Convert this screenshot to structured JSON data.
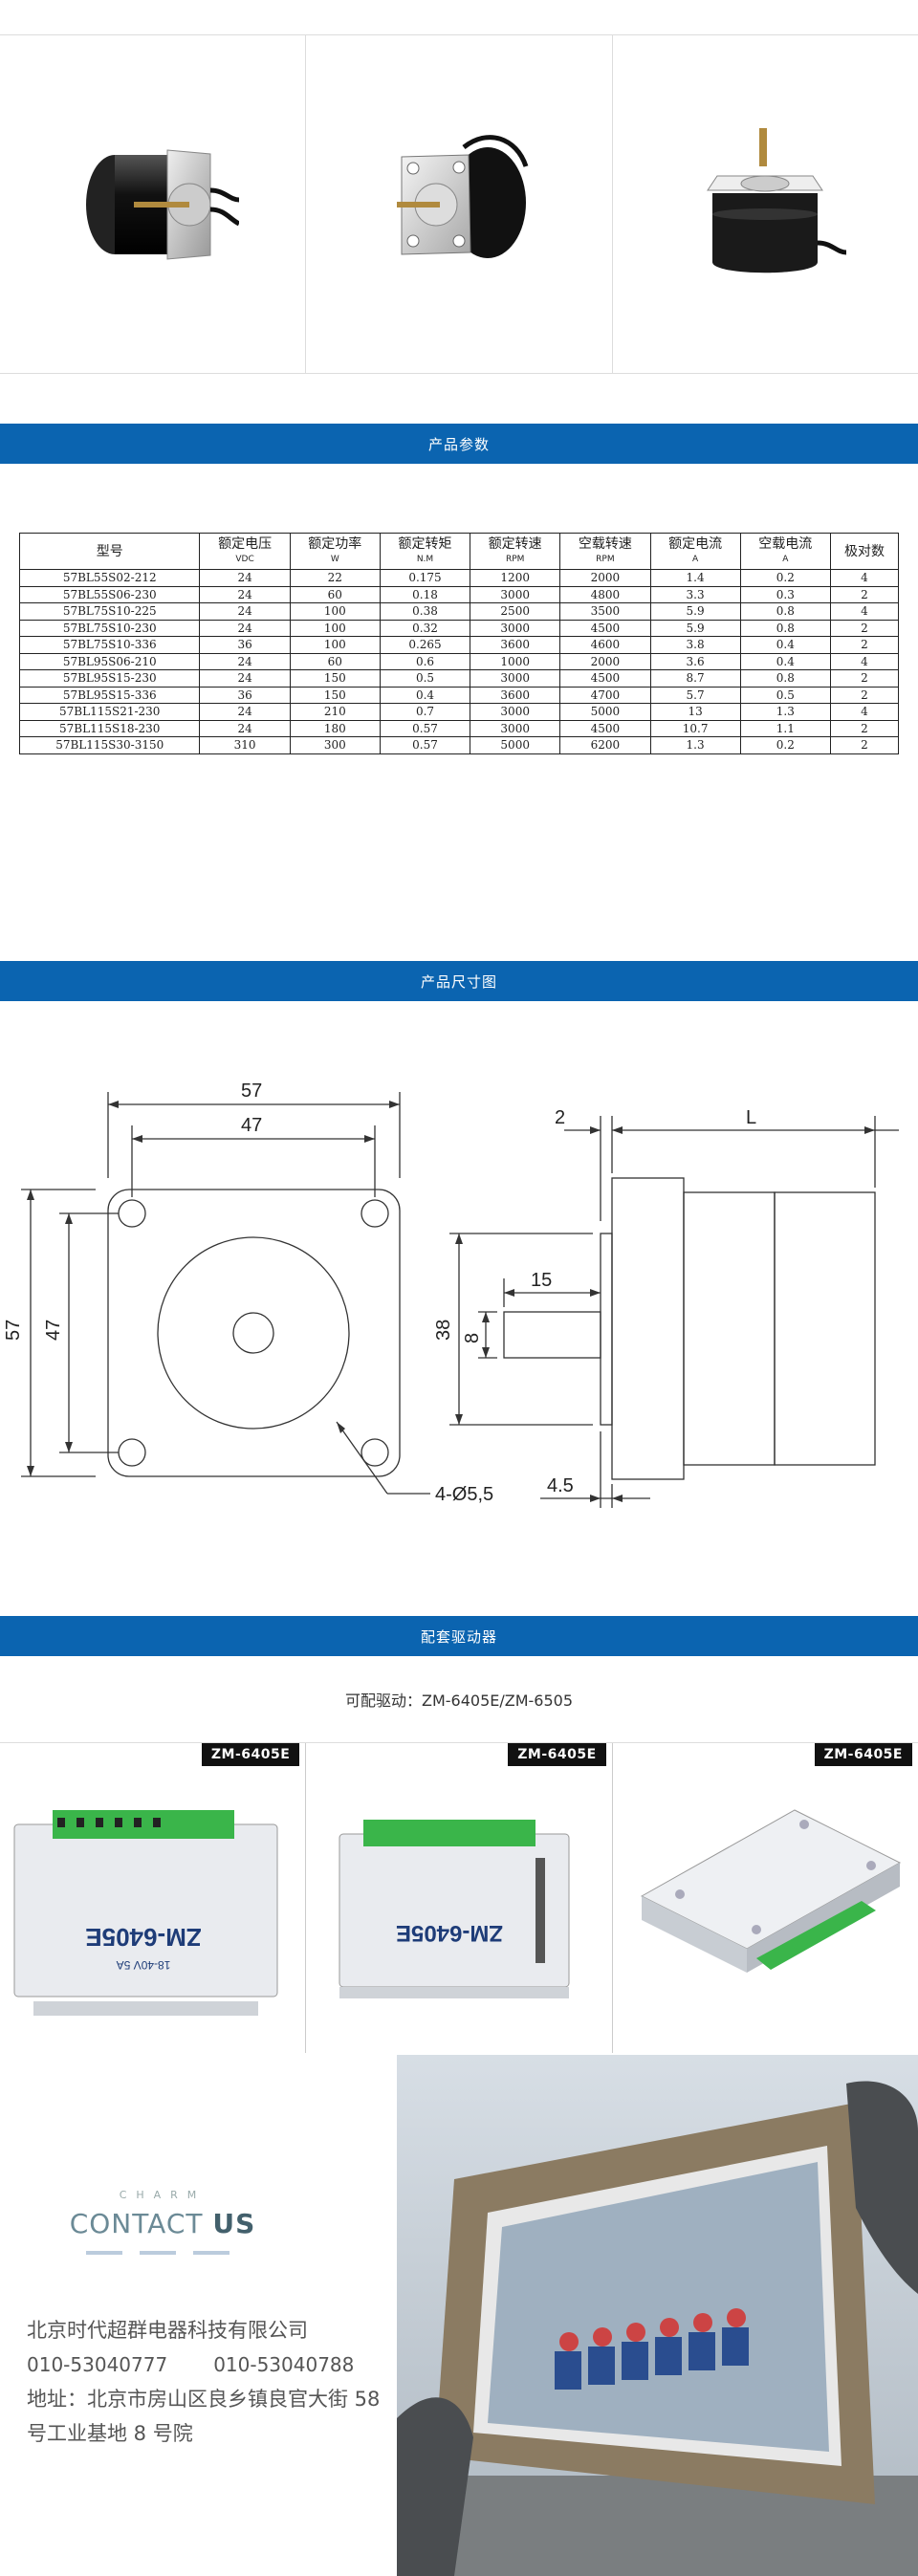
{
  "sections": {
    "params": "产品参数",
    "dimensions": "产品尺寸图",
    "drivers": "配套驱动器"
  },
  "spec_table": {
    "headers": [
      {
        "label": "型号",
        "unit": ""
      },
      {
        "label": "额定电压",
        "unit": "VDC"
      },
      {
        "label": "额定功率",
        "unit": "W"
      },
      {
        "label": "额定转矩",
        "unit": "N.M"
      },
      {
        "label": "额定转速",
        "unit": "RPM"
      },
      {
        "label": "空载转速",
        "unit": "RPM"
      },
      {
        "label": "额定电流",
        "unit": "A"
      },
      {
        "label": "空载电流",
        "unit": "A"
      },
      {
        "label": "极对数",
        "unit": ""
      }
    ],
    "rows": [
      [
        "57BL55S02-212",
        "24",
        "22",
        "0.175",
        "1200",
        "2000",
        "1.4",
        "0.2",
        "4"
      ],
      [
        "57BL55S06-230",
        "24",
        "60",
        "0.18",
        "3000",
        "4800",
        "3.3",
        "0.3",
        "2"
      ],
      [
        "57BL75S10-225",
        "24",
        "100",
        "0.38",
        "2500",
        "3500",
        "5.9",
        "0.8",
        "4"
      ],
      [
        "57BL75S10-230",
        "24",
        "100",
        "0.32",
        "3000",
        "4500",
        "5.9",
        "0.8",
        "2"
      ],
      [
        "57BL75S10-336",
        "36",
        "100",
        "0.265",
        "3600",
        "4600",
        "3.8",
        "0.4",
        "2"
      ],
      [
        "57BL95S06-210",
        "24",
        "60",
        "0.6",
        "1000",
        "2000",
        "3.6",
        "0.4",
        "4"
      ],
      [
        "57BL95S15-230",
        "24",
        "150",
        "0.5",
        "3000",
        "4500",
        "8.7",
        "0.8",
        "2"
      ],
      [
        "57BL95S15-336",
        "36",
        "150",
        "0.4",
        "3600",
        "4700",
        "5.7",
        "0.5",
        "2"
      ],
      [
        "57BL115S21-230",
        "24",
        "210",
        "0.7",
        "3000",
        "5000",
        "13",
        "1.3",
        "4"
      ],
      [
        "57BL115S18-230",
        "24",
        "180",
        "0.57",
        "3000",
        "4500",
        "10.7",
        "1.1",
        "2"
      ],
      [
        "57BL115S30-3150",
        "310",
        "300",
        "0.57",
        "5000",
        "6200",
        "1.3",
        "0.2",
        "2"
      ]
    ]
  },
  "dimension_labels": {
    "outer_width": "57",
    "hole_spacing_h": "47",
    "outer_height": "57",
    "hole_spacing_v": "47",
    "holes": "4-Ø5,5",
    "flange": "2",
    "length": "L",
    "shaft_length": "15",
    "shaft_dia": "8",
    "boss_dia": "38",
    "boss_depth": "4.5"
  },
  "drivers": {
    "caption": "可配驱动：ZM-6405E/ZM-6505",
    "tags": [
      "ZM-6405E",
      "ZM-6405E",
      "ZM-6405E"
    ],
    "label_model": "ZM-6405E",
    "label_spec": "18-40V 5A"
  },
  "contact": {
    "charm": "CHARM",
    "title_light": "CONTACT",
    "title_bold": "US",
    "company": "北京时代超群电器科技有限公司",
    "phone1": "010-53040777",
    "phone2": "010-53040788",
    "address": "地址：北京市房山区良乡镇良官大街 58 号工业基地 8 号院"
  },
  "colors": {
    "bar": "#0b64b0",
    "terminal": "#3ab54a"
  }
}
